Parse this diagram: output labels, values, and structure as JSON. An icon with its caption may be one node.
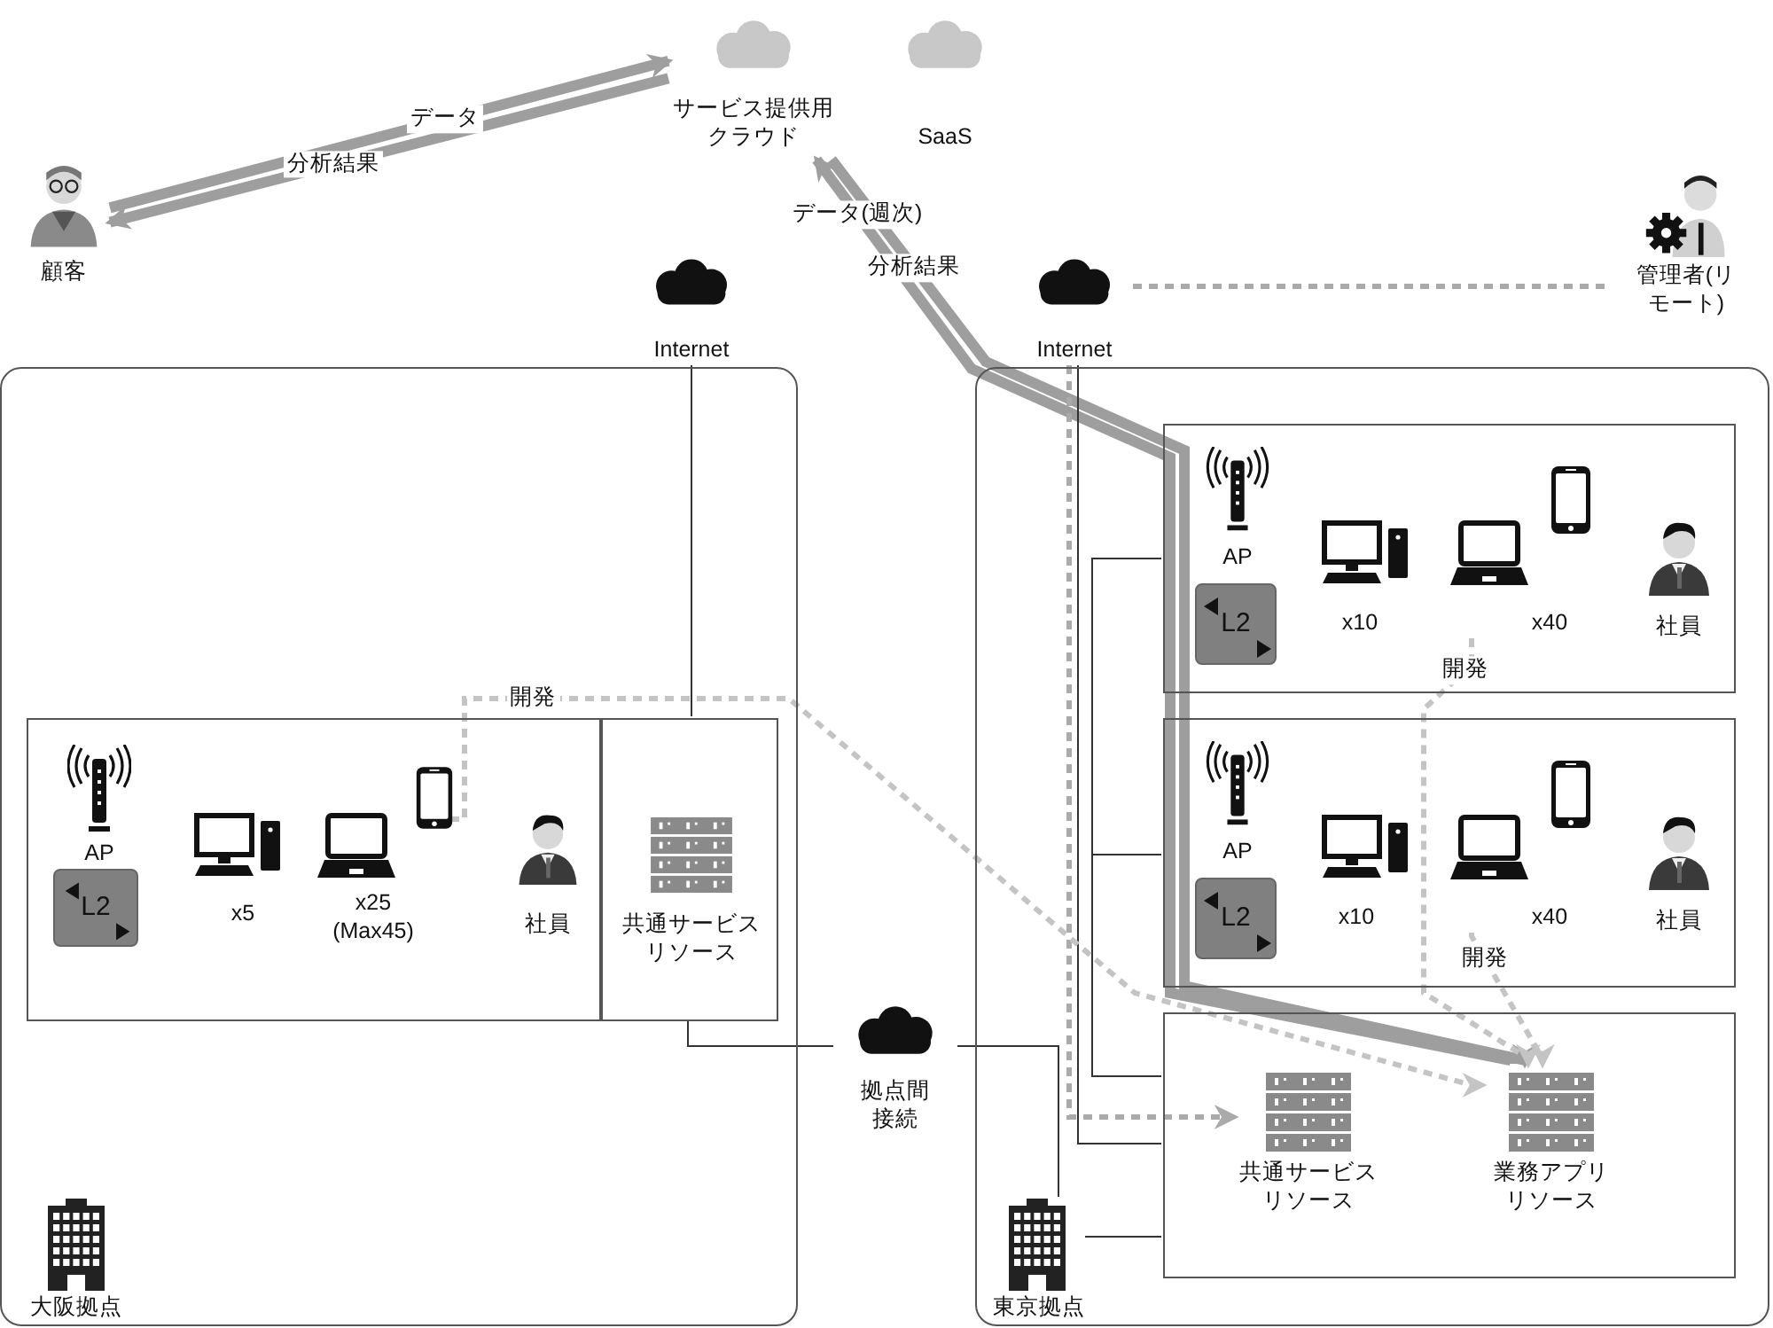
{
  "diagram": {
    "nodes": [
      {
        "text": [
          "サービス提供用クラウド"
        ]
      },
      {
        "text": [
          "SaaS"
        ]
      },
      {
        "text": [
          "顧客"
        ]
      },
      {
        "text": [
          "管理者(リモート)"
        ]
      },
      {
        "text": [
          "Internet"
        ]
      },
      {
        "text": [
          "Internet"
        ]
      },
      {
        "text": [],
        "shape": "box"
      },
      {
        "text": [],
        "shape": "box",
        "in": 6
      },
      {
        "text": [
          "AP"
        ],
        "in": 7
      },
      {
        "text": [
          "L2"
        ],
        "in": 7
      },
      {
        "text": [
          "x5"
        ],
        "in": 7
      },
      {
        "text": [
          "x25 (Max45)"
        ],
        "in": 7
      },
      {
        "text": [
          "社員"
        ],
        "in": 7
      },
      {
        "text": [
          "共通サービスリソース"
        ],
        "in": 6
      },
      {
        "text": [
          "大阪拠点"
        ],
        "in": 6
      },
      {
        "text": [
          "拠点間接続"
        ]
      },
      {
        "text": [],
        "shape": "box"
      },
      {
        "text": [],
        "shape": "box",
        "in": 16
      },
      {
        "text": [
          "AP"
        ],
        "in": 17
      },
      {
        "text": [
          "L2"
        ],
        "in": 17
      },
      {
        "text": [
          "x10"
        ],
        "in": 17
      },
      {
        "text": [
          "x40"
        ],
        "in": 17
      },
      {
        "text": [
          "社員"
        ],
        "in": 17
      },
      {
        "text": [],
        "shape": "box",
        "in": 16
      },
      {
        "text": [
          "AP"
        ],
        "in": 23
      },
      {
        "text": [
          "L2"
        ],
        "in": 23
      },
      {
        "text": [
          "x10"
        ],
        "in": 23
      },
      {
        "text": [
          "x40"
        ],
        "in": 23
      },
      {
        "text": [
          "社員"
        ],
        "in": 23
      },
      {
        "text": [],
        "shape": "box",
        "in": 16
      },
      {
        "text": [
          "共通サービスリソース"
        ],
        "in": 29
      },
      {
        "text": [
          "業務アプリリソース"
        ],
        "in": 29
      },
      {
        "text": [
          "東京拠点"
        ],
        "in": 16
      }
    ],
    "edges": [
      {
        "from": 2,
        "to": 0,
        "arrow": "to",
        "label": "データ",
        "style": "thick",
        "color": "#9e9e9e"
      },
      {
        "from": 0,
        "to": 2,
        "arrow": "to",
        "label": "分析結果",
        "style": "thick",
        "color": "#9e9e9e"
      },
      {
        "from": 31,
        "to": 0,
        "arrow": "to",
        "label": "データ(週次)",
        "style": "thick",
        "color": "#9e9e9e"
      },
      {
        "from": 0,
        "to": 31,
        "arrow": "to",
        "label": "分析結果",
        "style": "thick",
        "color": "#9e9e9e"
      },
      {
        "from": 4,
        "to": 13,
        "arrow": "none"
      },
      {
        "from": 13,
        "to": 15,
        "arrow": "none"
      },
      {
        "from": 15,
        "to": 32,
        "arrow": "none"
      },
      {
        "from": 32,
        "to": 29,
        "arrow": "none"
      },
      {
        "from": 5,
        "to": 29,
        "arrow": "none"
      },
      {
        "from": 17,
        "to": 29,
        "arrow": "none"
      },
      {
        "from": 23,
        "to": 29,
        "arrow": "none"
      },
      {
        "from": 3,
        "to": 5,
        "arrow": "none",
        "style": "dashed",
        "color": "#aaaaaa"
      },
      {
        "from": 5,
        "to": 30,
        "arrow": "to",
        "style": "dashed",
        "color": "#aaaaaa"
      },
      {
        "from": 11,
        "to": 31,
        "arrow": "to",
        "label": "開発",
        "style": "dashed",
        "color": "#c4c4c4"
      },
      {
        "from": 21,
        "to": 31,
        "arrow": "to",
        "label": "開発",
        "style": "dashed",
        "color": "#c4c4c4"
      },
      {
        "from": 27,
        "to": 31,
        "arrow": "to",
        "label": "開発",
        "style": "dashed",
        "color": "#c4c4c4"
      }
    ]
  }
}
